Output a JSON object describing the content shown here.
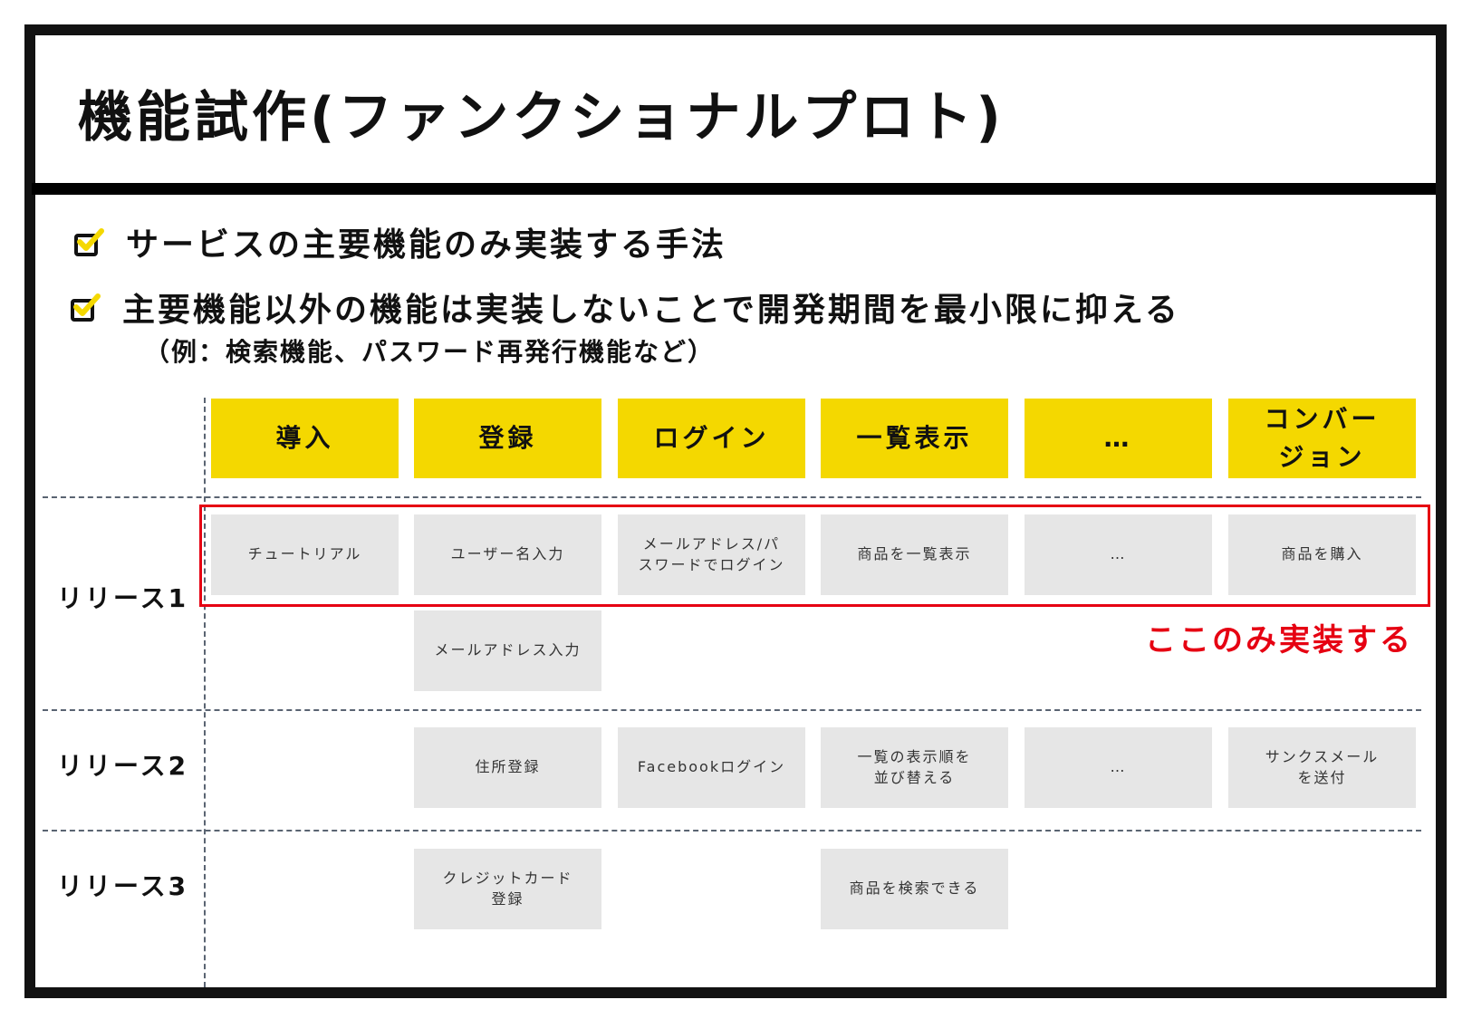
{
  "title": "機能試作(ファンクショナルプロト)",
  "bullets": [
    {
      "text": "サービスの主要機能のみ実装する手法",
      "icon": "checkbox-checked-icon"
    },
    {
      "text": "主要機能以外の機能は実装しないことで開発期間を最小限に抑える",
      "icon": "checkbox-checked-icon"
    }
  ],
  "sub_note": "（例：検索機能、パスワード再発行機能など）",
  "columns": [
    "導入",
    "登録",
    "ログイン",
    "一覧表示",
    "…",
    "コンバー\nジョン"
  ],
  "releases": [
    {
      "label": "リリース1",
      "rows": [
        [
          "チュートリアル",
          "ユーザー名入力",
          "メールアドレス/パ\nスワードでログイン",
          "商品を一覧表示",
          "…",
          "商品を購入"
        ],
        [
          "",
          "メールアドレス入力",
          "",
          "",
          "",
          ""
        ]
      ]
    },
    {
      "label": "リリース2",
      "rows": [
        [
          "",
          "住所登録",
          "Facebookログイン",
          "一覧の表示順を\n並び替える",
          "…",
          "サンクスメール\nを送付"
        ]
      ]
    },
    {
      "label": "リリース3",
      "rows": [
        [
          "",
          "クレジットカード\n登録",
          "",
          "商品を検索できる",
          "",
          ""
        ]
      ]
    }
  ],
  "highlight_note": "ここのみ実装する",
  "colors": {
    "header_yellow": "#f4d800",
    "card_gray": "#e6e6e6",
    "highlight_red": "#e60012",
    "frame_black": "#121212",
    "check_yellow": "#f4d800"
  }
}
